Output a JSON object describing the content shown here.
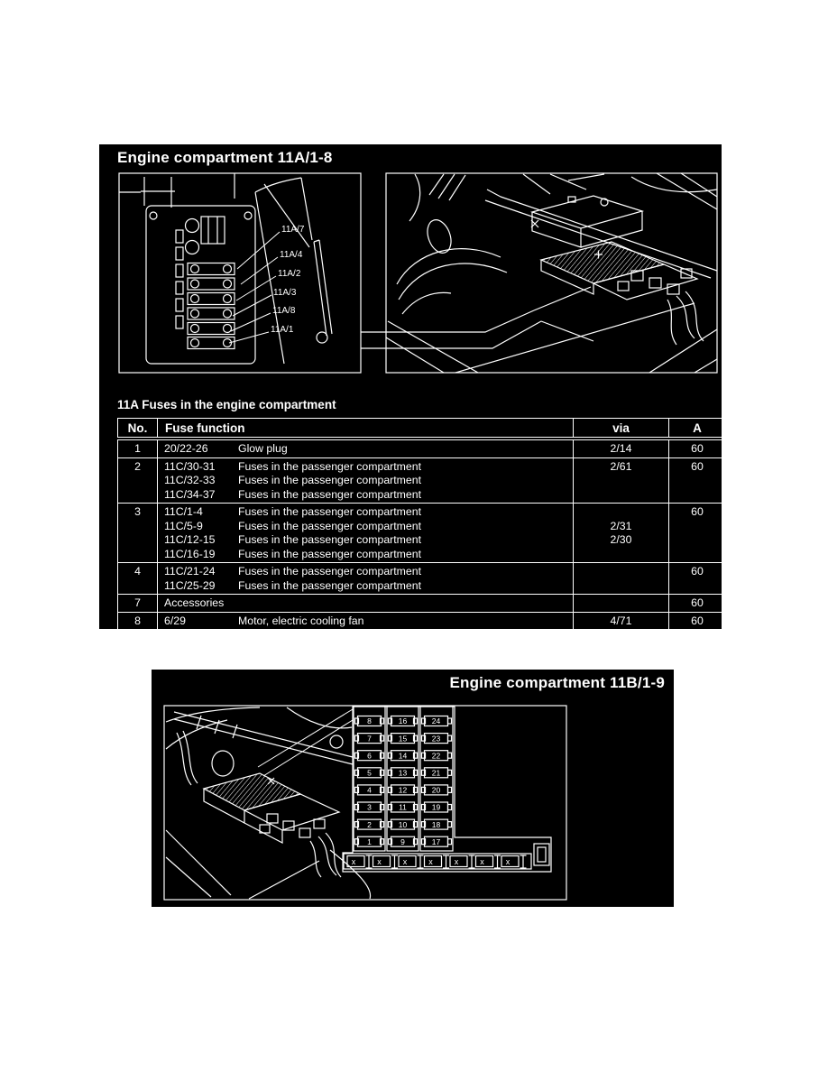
{
  "panel_a": {
    "title": "Engine compartment 11A/1-8",
    "caption": "11A Fuses in the engine compartment",
    "diagram_labels": [
      "11A/7",
      "11A/4",
      "11A/2",
      "11A/3",
      "11A/8",
      "11A/1"
    ],
    "table": {
      "headers": {
        "no": "No.",
        "function": "Fuse function",
        "via": "via",
        "amp": "A"
      },
      "rows": [
        {
          "no": "1",
          "amp": "60",
          "lines": [
            {
              "code": "20/22-26",
              "desc": "Glow plug",
              "via": "2/14"
            }
          ]
        },
        {
          "no": "2",
          "amp": "60",
          "lines": [
            {
              "code": "11C/30-31",
              "desc": "Fuses in the passenger compartment",
              "via": "2/61"
            },
            {
              "code": "11C/32-33",
              "desc": "Fuses in the passenger compartment",
              "via": ""
            },
            {
              "code": "11C/34-37",
              "desc": "Fuses in the passenger compartment",
              "via": ""
            }
          ]
        },
        {
          "no": "3",
          "amp": "60",
          "lines": [
            {
              "code": "11C/1-4",
              "desc": "Fuses in the passenger compartment",
              "via": ""
            },
            {
              "code": "11C/5-9",
              "desc": "Fuses in the passenger compartment",
              "via": "2/31"
            },
            {
              "code": "11C/12-15",
              "desc": "Fuses in the passenger compartment",
              "via": "2/30"
            },
            {
              "code": "11C/16-19",
              "desc": "Fuses in the passenger compartment",
              "via": ""
            }
          ]
        },
        {
          "no": "4",
          "amp": "60",
          "lines": [
            {
              "code": "11C/21-24",
              "desc": "Fuses in the passenger compartment",
              "via": ""
            },
            {
              "code": "11C/25-29",
              "desc": "Fuses in the passenger compartment",
              "via": ""
            }
          ]
        },
        {
          "no": "7",
          "amp": "60",
          "lines": [
            {
              "code": "Accessories",
              "desc": "",
              "via": ""
            }
          ]
        },
        {
          "no": "8",
          "amp": "60",
          "lines": [
            {
              "code": "6/29",
              "desc": "Motor, electric cooling fan",
              "via": "4/71"
            }
          ]
        }
      ]
    }
  },
  "panel_b": {
    "title": "Engine compartment 11B/1-9",
    "fuse_columns": [
      [
        "8",
        "7",
        "6",
        "5",
        "4",
        "3",
        "2",
        "1"
      ],
      [
        "16",
        "15",
        "14",
        "13",
        "12",
        "11",
        "10",
        "9"
      ],
      [
        "24",
        "23",
        "22",
        "21",
        "20",
        "19",
        "18",
        "17"
      ]
    ],
    "maxi_fuse_label": "x",
    "maxi_fuse_count": 7
  },
  "colors": {
    "panel_bg": "#000000",
    "line": "#ffffff",
    "text": "#ffffff",
    "page_bg": "#ffffff"
  }
}
